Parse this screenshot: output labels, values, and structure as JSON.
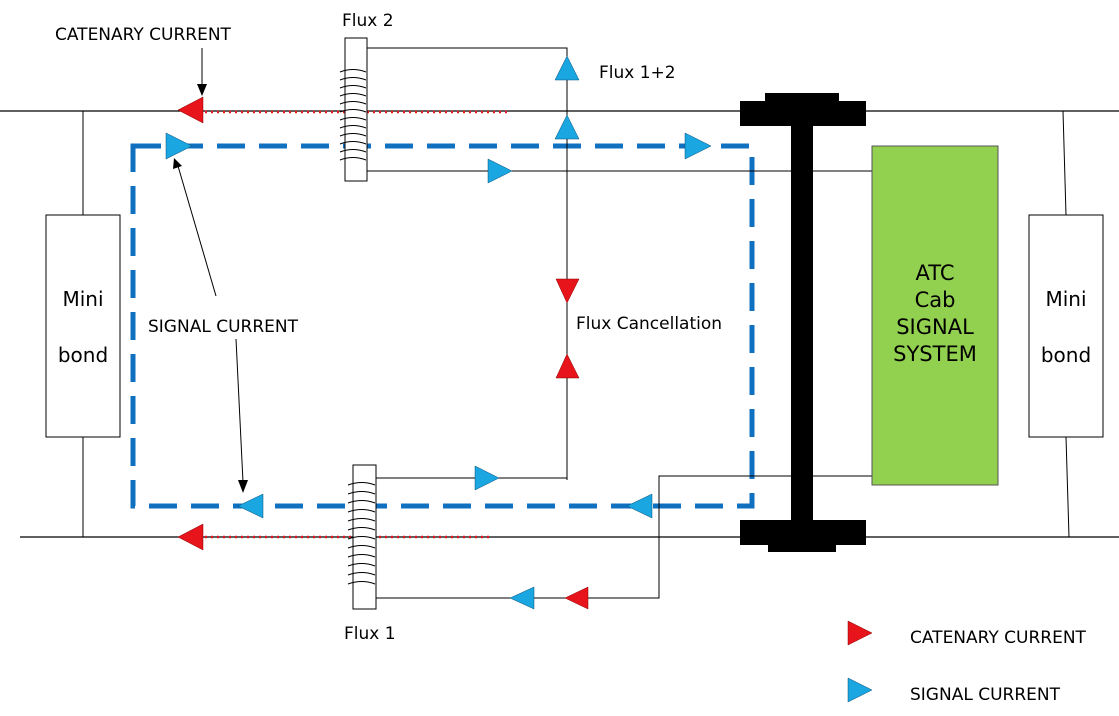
{
  "labels": {
    "catenary_current": "CATENARY CURRENT",
    "signal_current": "SIGNAL CURRENT",
    "flux_2": "Flux 2",
    "flux_1": "Flux 1",
    "flux_1_2": "Flux 1+2",
    "flux_cancellation": "Flux Cancellation"
  },
  "mini_bond_left": [
    "Mini",
    "bond"
  ],
  "mini_bond_right": [
    "Mini",
    "bond"
  ],
  "atc_system": [
    "ATC",
    "Cab",
    "SIGNAL",
    "SYSTEM"
  ],
  "legend": {
    "catenary": "CATENARY CURRENT",
    "signal": "SIGNAL CURRENT"
  },
  "colors": {
    "catenary": "#e8141b",
    "signal": "#1aa6e0",
    "signal_loop": "#1070c0",
    "atc_fill": "#92d050",
    "axle": "#000000"
  }
}
